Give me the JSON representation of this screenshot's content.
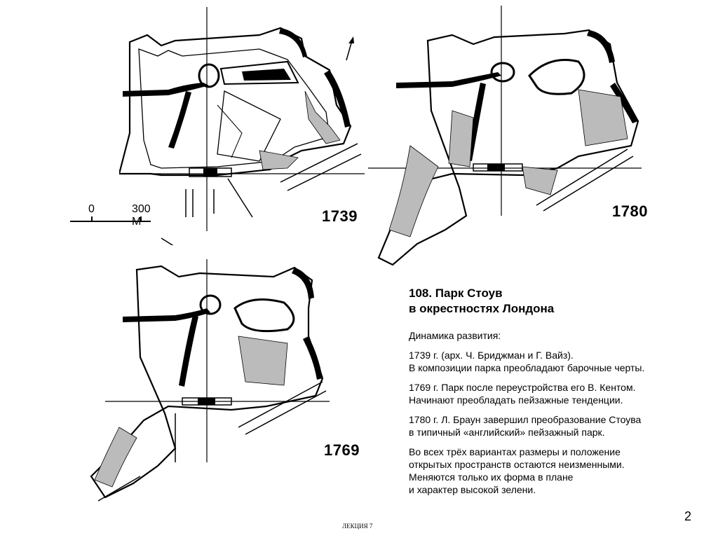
{
  "plans": [
    {
      "year": "1739"
    },
    {
      "year": "1780"
    },
    {
      "year": "1769"
    }
  ],
  "scale": {
    "zero": "0",
    "distance": "300 М"
  },
  "caption": {
    "title_line1": "108. Парк Стоув",
    "title_line2": "в окрестностях Лондона",
    "paragraphs": [
      [
        "Динамика развития:"
      ],
      [
        "1739 г. (арх. Ч. Бриджман и Г. Вайз).",
        "В композиции парка преобладают барочные черты."
      ],
      [
        "1769 г. Парк после переустройства его В. Кентом.",
        "Начинают преобладать пейзажные тенденции."
      ],
      [
        "1780 г. Л. Браун завершил преобразование Стоува",
        "в типичный «английский» пейзажный парк."
      ],
      [
        "Во всех трёх вариантах размеры и положение",
        "открытых пространств остаются неизменными.",
        "Меняются только их форма в плане",
        "и характер высокой зелени."
      ]
    ]
  },
  "page_number": "2",
  "footer": "ЛЕКЦИЯ 7",
  "colors": {
    "ink": "#000000",
    "paper": "#ffffff"
  },
  "icons": {
    "north_arrow": "north-arrow-icon"
  }
}
